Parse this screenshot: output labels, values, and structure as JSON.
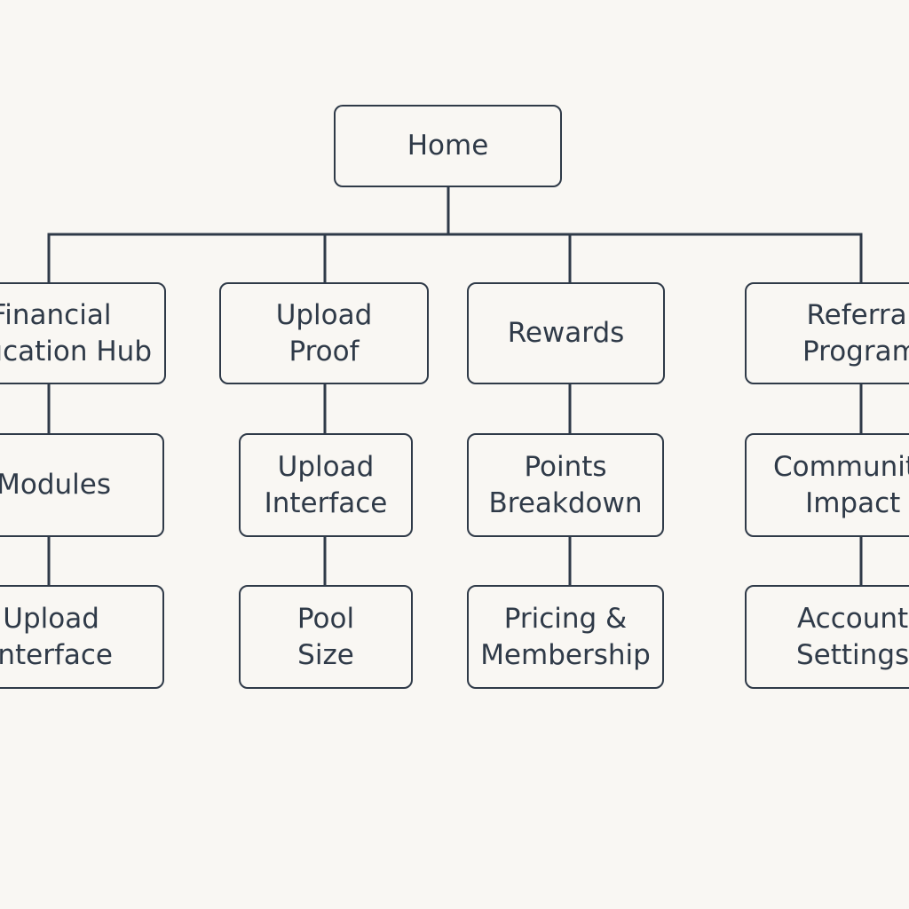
{
  "colors": {
    "background": "#f9f7f3",
    "line": "#2f3a48",
    "text": "#2f3a48"
  },
  "nodes": {
    "home": "Home",
    "col1": {
      "top": "Financial\nEducation Hub",
      "mid": "Modules",
      "bottom": "Upload\nInterface"
    },
    "col2": {
      "top": "Upload\nProof",
      "mid": "Upload\nInterface",
      "bottom": "Pool\nSize"
    },
    "col3": {
      "top": "Rewards",
      "mid": "Points\nBreakdown",
      "bottom": "Pricing &\nMembership"
    },
    "col4": {
      "top": "Referral\nProgram",
      "mid": "Community\nImpact",
      "bottom": "Account\nSettings"
    }
  }
}
